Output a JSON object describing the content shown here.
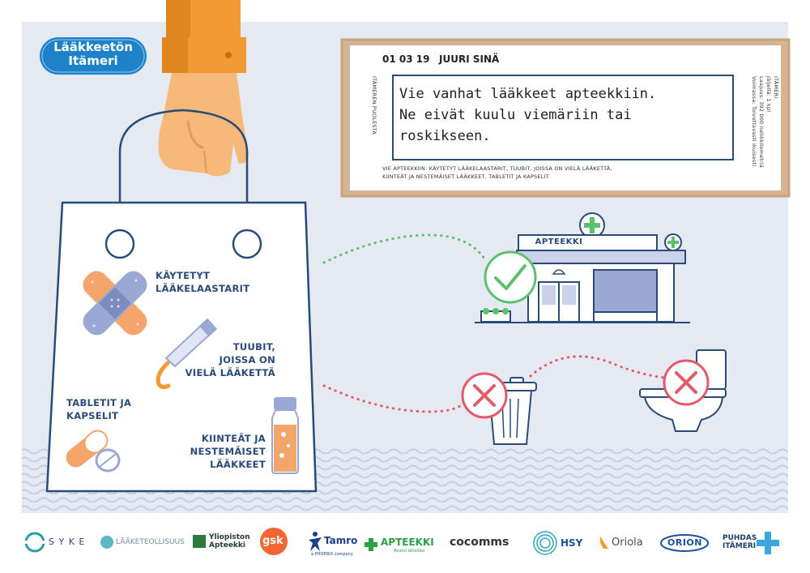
{
  "brand": {
    "badge_line1": "Lääkkeetön",
    "badge_line2": "Itämeri"
  },
  "receipt": {
    "date": "01 03 19",
    "recipient": "JUURI SINÄ",
    "message_line1": "Vie vanhat lääkkeet apteekkiin.",
    "message_line2": "Ne eivät kuulu viemäriin tai",
    "message_line3": "roskikseen.",
    "side_left": "ITÄMEREN PUOLESTA",
    "side_right_1": "ITÄMERI",
    "side_right_2": "Jäljellä: 1 kpl",
    "side_right_3": "Laajuus: 392 000 neliökilometriä",
    "side_right_4": "Voimassa: Toivottavasti ikuisesti",
    "footer_line1": "VIE APTEEKKIIN: KÄYTETYT LÄÄKELAASTARIT, TUUBIT, JOISSA ON VIELÄ LÄÄKETTÄ,",
    "footer_line2": "KIINTEÄT JA NESTEMÄISET LÄÄKKEET, TABLETIT JA KAPSELIT"
  },
  "bag_items": {
    "patches_1": "KÄYTETYT",
    "patches_2": "LÄÄKELAASTARIT",
    "tubes_1": "TUUBIT,",
    "tubes_2": "JOISSA ON",
    "tubes_3": "VIELÄ LÄÄKETTÄ",
    "tablets_1": "TABLETIT JA",
    "tablets_2": "KAPSELIT",
    "meds_1": "KIINTEÄT JA",
    "meds_2": "NESTEMÄISET",
    "meds_3": "LÄÄKKEET"
  },
  "pharmacy": {
    "sign": "APTEEKKI"
  },
  "partners": {
    "syke": "S Y K E",
    "laaketeollisuus": "LÄÄKETEOLLISUUS",
    "yliopiston_1": "Yliopiston",
    "yliopiston_2": "Apteekki",
    "gsk": "gsk",
    "tamro": "Tamro",
    "tamro_sub": "a PHOENIX company",
    "apteekki": "APTEEKKI",
    "apteekki_sub": "Avuksi lähelläsi",
    "cocomms": "cocomms",
    "hsy": "HSY",
    "oriola": "Oriola",
    "orion": "ORION",
    "puhdas_1": "PUHDAS",
    "puhdas_2": "ITÄMERI"
  },
  "colors": {
    "background": "#e4e9f2",
    "navy": "#2a4a78",
    "accept_green": "#5cc16f",
    "reject_red": "#e35a6a",
    "hand": "#f7b97a",
    "sleeve": "#f29a33",
    "receipt_border": "#c9a47a"
  }
}
